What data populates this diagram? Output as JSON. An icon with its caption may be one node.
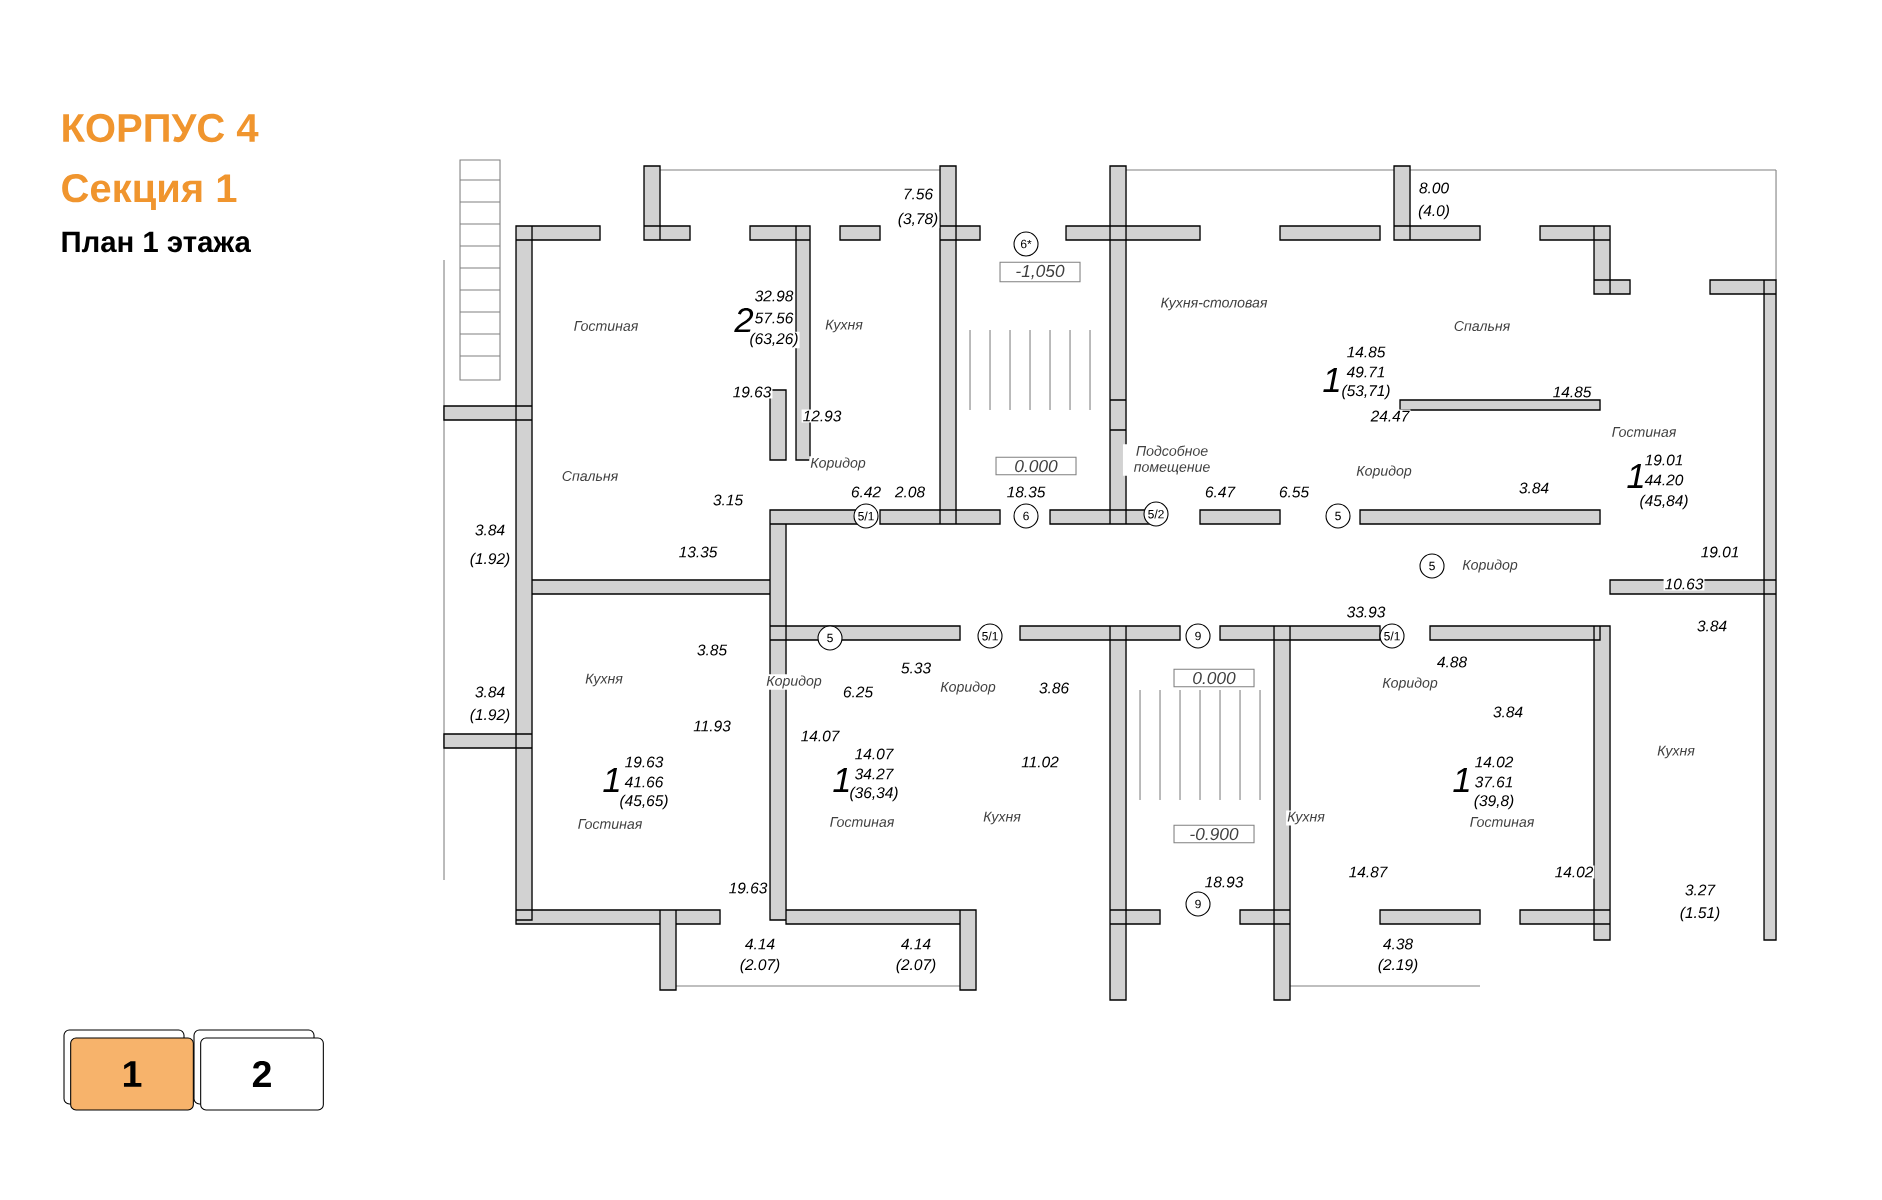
{
  "diagram": {
    "title": "КОРПУС 4",
    "nodes": [
      {
        "text": [
          "1"
        ]
      },
      {
        "text": [
          "2"
        ]
      }
    ],
    "labels": [
      "Секция 1",
      "План 1 этажа",
      "7.56",
      "(3,78)",
      "8.00",
      "(4.0)",
      "6*",
      "-1,050",
      "Кухня-столовая",
      "Гостиная",
      "2",
      "32.98",
      "57.56",
      "(63,26)",
      "Кухня",
      "1",
      "14.85",
      "49.71",
      "(53,71)",
      "Спальня",
      "19.63",
      "12.93",
      "24.47",
      "14.85",
      "Гостиная",
      "1",
      "19.01",
      "44.20",
      "(45,84)",
      "Спальня",
      "Коридор",
      "0.000",
      "Подсобное помещение",
      "Коридор",
      "3.84",
      "3.15",
      "6.42",
      "2.08",
      "18.35",
      "6.47",
      "6.55",
      "5/1",
      "6",
      "5/2",
      "5",
      "3.84",
      "(1.92)",
      "13.35",
      "5",
      "Коридор",
      "19.01",
      "10.63",
      "33.93",
      "5",
      "5/1",
      "9",
      "5/1",
      "3.84",
      "3.85",
      "4.88",
      "5.33",
      "3.84",
      "Кухня",
      "Коридор",
      "6.25",
      "Коридор",
      "3.86",
      "0.000",
      "Коридор",
      "(1.92)",
      "3.84",
      "11.93",
      "14.07",
      "Кухня",
      "11.02",
      "1",
      "19.63",
      "41.66",
      "(45,65)",
      "1",
      "14.07",
      "34.27",
      "(36,34)",
      "1",
      "14.02",
      "37.61",
      "(39,8)",
      "Гостиная",
      "Гостиная",
      "Кухня",
      "Кухня",
      "Гостиная",
      "-0.900",
      "14.87",
      "19.63",
      "18.93",
      "14.02",
      "3.27",
      "(1.51)",
      "9",
      "4.14",
      "(2.07)",
      "4.14",
      "(2.07)",
      "4.38",
      "(2.19)"
    ]
  }
}
